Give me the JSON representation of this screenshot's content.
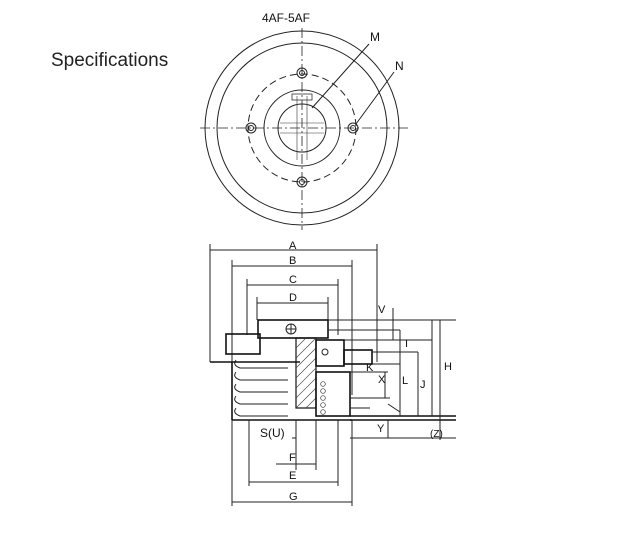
{
  "heading": "Specifications",
  "model": "4AF-5AF",
  "top_view": {
    "callouts": [
      "M",
      "N"
    ]
  },
  "side_view": {
    "dims_top": [
      "A",
      "B",
      "C",
      "D"
    ],
    "dims_bottom": [
      "S(U)",
      "F",
      "E",
      "G"
    ],
    "dims_right": [
      "V",
      "I",
      "K",
      "X",
      "L",
      "J",
      "H",
      "Y",
      "(Z)"
    ]
  }
}
